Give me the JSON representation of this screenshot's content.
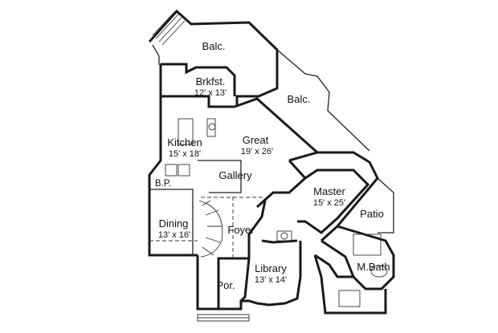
{
  "plan": {
    "rooms": [
      {
        "id": "balc-top",
        "name": "Balc.",
        "dims": ""
      },
      {
        "id": "balc-right",
        "name": "Balc.",
        "dims": ""
      },
      {
        "id": "brkfst",
        "name": "Brkfst.",
        "dims": "12' x 13'"
      },
      {
        "id": "kitchen",
        "name": "Kitchen",
        "dims": "15' x 18'"
      },
      {
        "id": "great",
        "name": "Great",
        "dims": "19' x 26'"
      },
      {
        "id": "gallery",
        "name": "Gallery",
        "dims": ""
      },
      {
        "id": "bp",
        "name": "B.P.",
        "dims": ""
      },
      {
        "id": "master",
        "name": "Master",
        "dims": "15' x 25'"
      },
      {
        "id": "patio",
        "name": "Patio",
        "dims": ""
      },
      {
        "id": "dining",
        "name": "Dining",
        "dims": "13' x 16'"
      },
      {
        "id": "foyer",
        "name": "Foyer",
        "dims": ""
      },
      {
        "id": "library",
        "name": "Library",
        "dims": "13' x 14'"
      },
      {
        "id": "mbath",
        "name": "M.Bath",
        "dims": ""
      },
      {
        "id": "por",
        "name": "Por.",
        "dims": ""
      }
    ]
  }
}
